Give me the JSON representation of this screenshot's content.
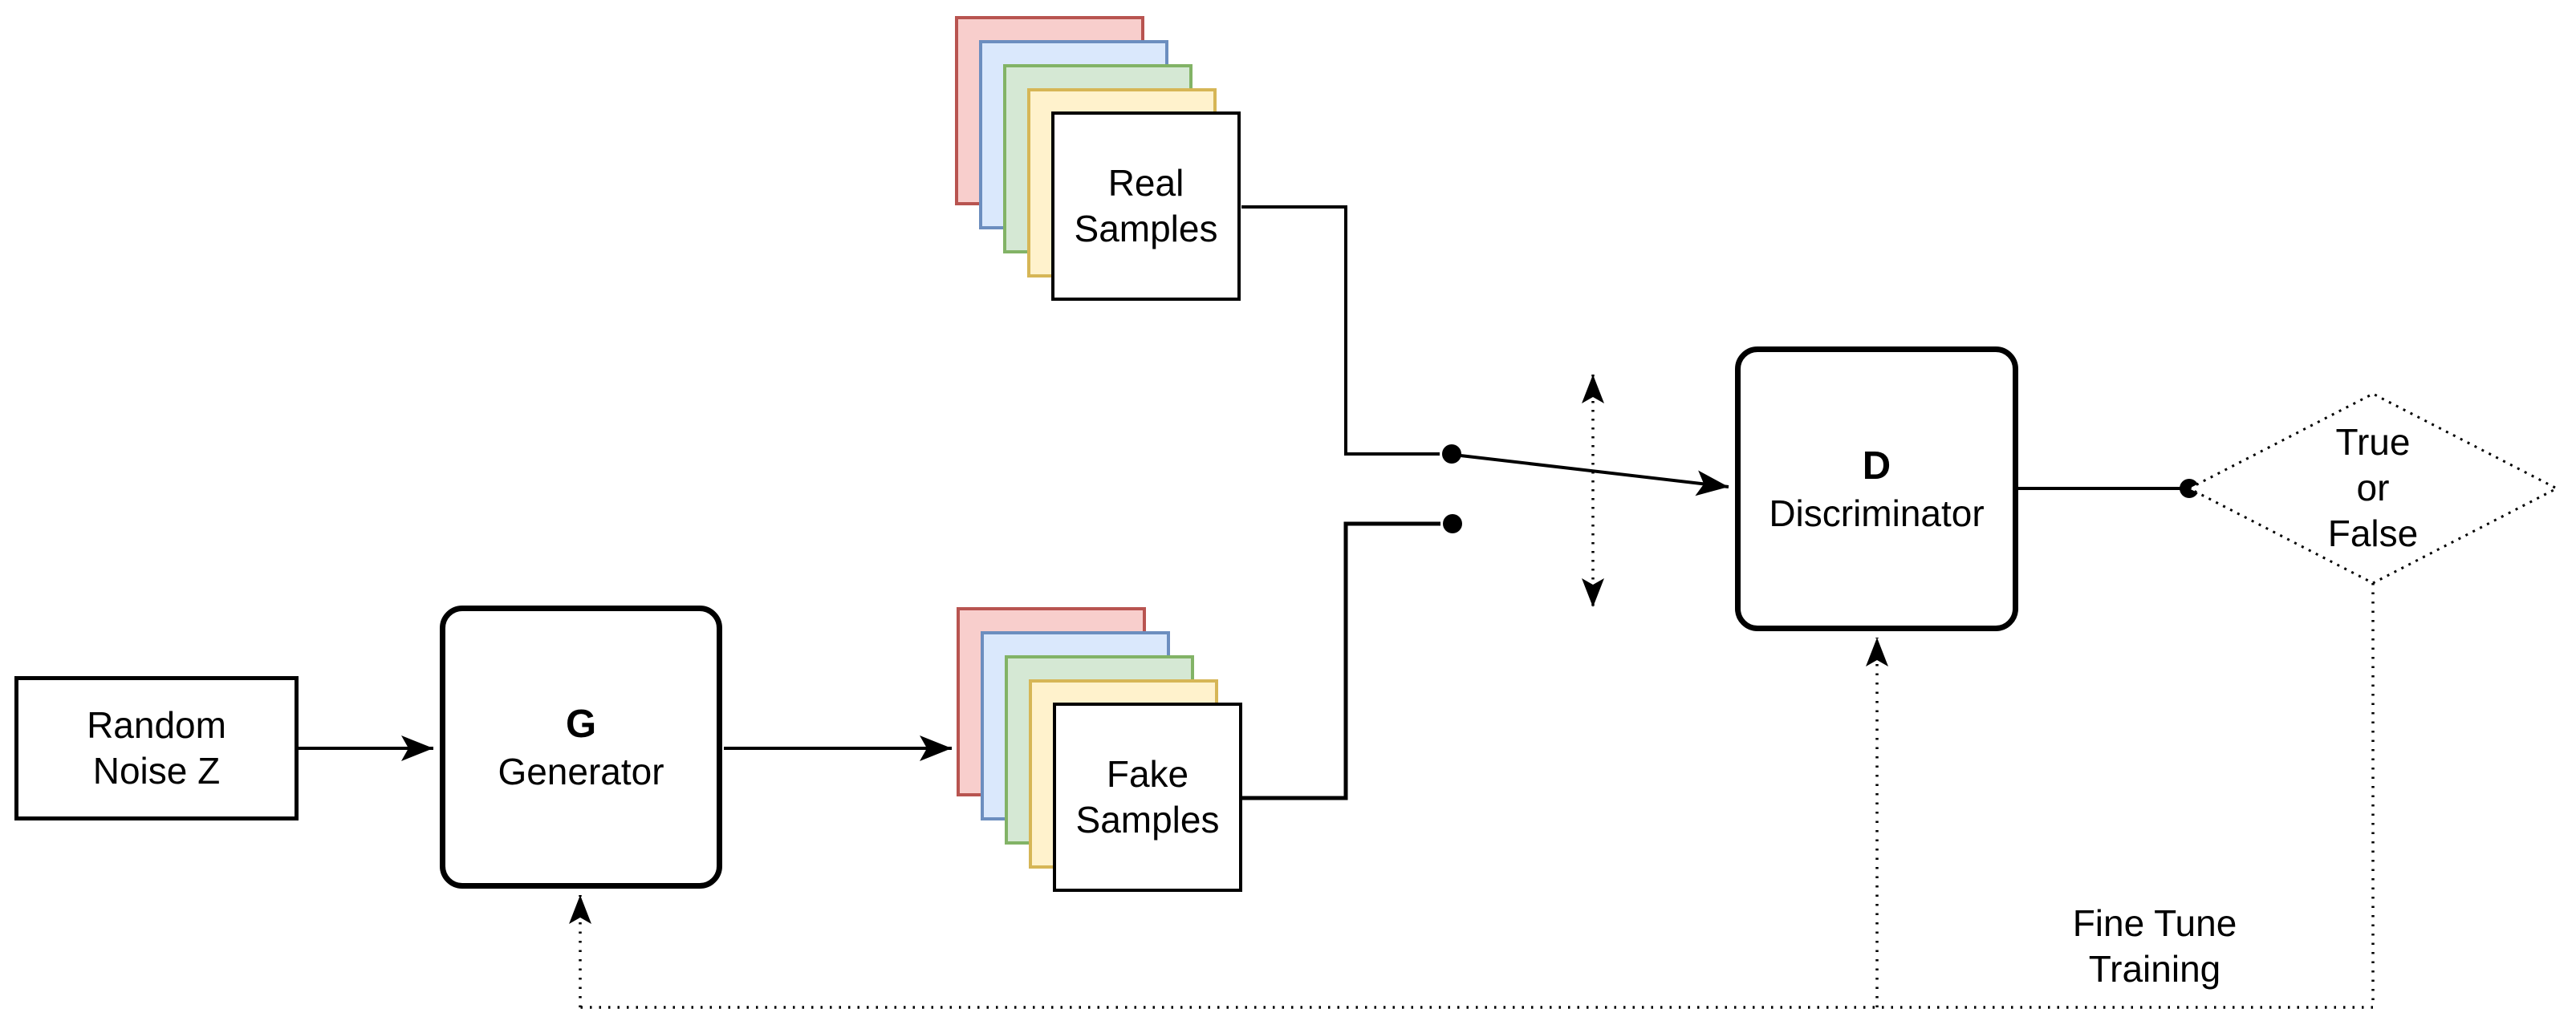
{
  "nodes": {
    "random_noise": {
      "line1": "Random",
      "line2": "Noise Z"
    },
    "generator": {
      "letter": "G",
      "name": "Generator"
    },
    "discriminator": {
      "letter": "D",
      "name": "Discriminator"
    },
    "real_samples": {
      "line1": "Real",
      "line2": "Samples"
    },
    "fake_samples": {
      "line1": "Fake",
      "line2": "Samples"
    },
    "decision": {
      "line1": "True",
      "line2": "or",
      "line3": "False"
    }
  },
  "labels": {
    "fine_tune": {
      "line1": "Fine Tune",
      "line2": "Training"
    }
  },
  "colors": {
    "card_red": {
      "fill": "#f8cecc",
      "stroke": "#b85450"
    },
    "card_blue": {
      "fill": "#dae8fc",
      "stroke": "#6c8ebf"
    },
    "card_green": {
      "fill": "#d5e8d4",
      "stroke": "#82b366"
    },
    "card_yellow": {
      "fill": "#fff2cc",
      "stroke": "#d6b656"
    },
    "card_white": {
      "fill": "#ffffff",
      "stroke": "#000000"
    },
    "line": "#000000",
    "background": "#ffffff"
  },
  "edges": [
    {
      "from": "Random Noise Z",
      "to": "G Generator",
      "style": "solid-arrow"
    },
    {
      "from": "G Generator",
      "to": "Fake Samples",
      "style": "solid-arrow"
    },
    {
      "from": "Real Samples",
      "to": "switch-terminal-top",
      "style": "solid-dot"
    },
    {
      "from": "Fake Samples",
      "to": "switch-terminal-bottom",
      "style": "solid-dot"
    },
    {
      "from": "switch-terminal-top",
      "to": "D Discriminator",
      "style": "solid-arrow"
    },
    {
      "from": "D Discriminator",
      "to": "True or False",
      "style": "solid-dot"
    },
    {
      "from": "True or False",
      "to": "D Discriminator",
      "style": "dotted-arrow"
    },
    {
      "from": "True or False",
      "to": "G Generator",
      "style": "dotted-arrow"
    }
  ]
}
